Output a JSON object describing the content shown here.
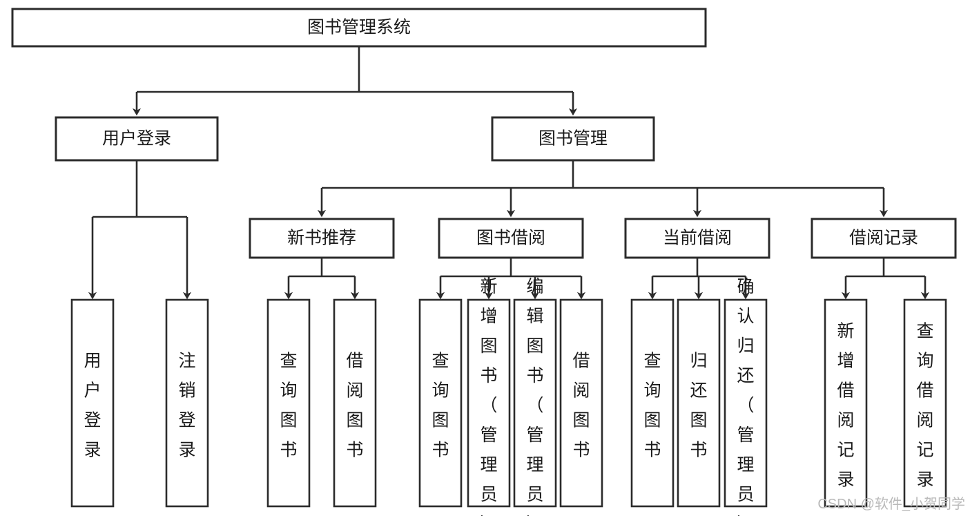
{
  "diagram": {
    "type": "tree-hierarchy",
    "title": "图书管理系统",
    "levels": {
      "root": {
        "label": "图书管理系统"
      },
      "level2": [
        {
          "label": "用户登录"
        },
        {
          "label": "图书管理"
        }
      ],
      "level3": [
        {
          "label": "新书推荐"
        },
        {
          "label": "图书借阅"
        },
        {
          "label": "当前借阅"
        },
        {
          "label": "借阅记录"
        }
      ],
      "leaves": {
        "user_login": [
          "用户登录",
          "注销登录"
        ],
        "new_book_recommend": [
          "查询图书",
          "借阅图书"
        ],
        "book_borrow": [
          "查询图书",
          "新增图书（管理员）",
          "编辑图书（管理员）",
          "借阅图书"
        ],
        "current_borrow": [
          "查询图书",
          "归还图书",
          "确认归还（管理员）"
        ],
        "borrow_record": [
          "新增借阅记录",
          "查询借阅记录"
        ]
      }
    }
  },
  "watermark": {
    "text": "CSDN @软件_小贺同学"
  },
  "colors": {
    "stroke": "#2b2b2b",
    "fill": "#ffffff",
    "text": "#1a1a1a",
    "watermark": "#b9b9b9"
  }
}
